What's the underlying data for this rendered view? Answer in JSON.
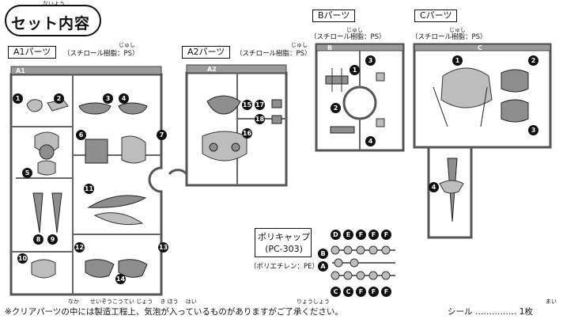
{
  "header": {
    "ruby": "ないよう",
    "title": "セット内容"
  },
  "runners": [
    {
      "id": "a1",
      "tag": "A1パーツ",
      "material": "（スチロール樹脂：PS）",
      "material_ruby": "じゅし",
      "runner_label": "A1",
      "numbers": [
        "1",
        "2",
        "3",
        "4",
        "5",
        "6",
        "7",
        "8",
        "9",
        "10",
        "11",
        "12",
        "13",
        "14"
      ]
    },
    {
      "id": "a2",
      "tag": "A2パーツ",
      "material": "（スチロール樹脂：PS）",
      "material_ruby": "じゅし",
      "runner_label": "A2",
      "numbers": [
        "15",
        "16",
        "17",
        "18"
      ]
    },
    {
      "id": "b",
      "tag": "Bパーツ",
      "material": "（スチロール樹脂：PS）",
      "material_ruby": "じゅし",
      "runner_label": "B",
      "numbers": [
        "1",
        "2",
        "3",
        "4"
      ]
    },
    {
      "id": "c",
      "tag": "Cパーツ",
      "material": "（スチロール樹脂：PS）",
      "material_ruby": "じゅし",
      "runner_label": "C",
      "numbers": [
        "1",
        "2",
        "3",
        "4"
      ]
    }
  ],
  "polycap": {
    "title": "ポリキャップ",
    "code": "(PC-303)",
    "material": "（ポリエチレン：PE）",
    "top_labels": [
      "D",
      "E",
      "F",
      "F",
      "F"
    ],
    "bottom_labels": [
      "C",
      "C",
      "F",
      "F",
      "F"
    ],
    "side_labels": [
      "B",
      "A"
    ]
  },
  "footnote": {
    "text": "※クリアパーツの中には製造工程上、気泡が入っているものがありますがご了承ください。",
    "ruby": "なか　　せいぞうこうてい じょう　 き ほう　 はい　　　　　　　　　　　　　　　　　　りょうしょう"
  },
  "seal": {
    "label": "シール",
    "dots": "……………",
    "count": "1枚",
    "count_ruby": "まい"
  }
}
